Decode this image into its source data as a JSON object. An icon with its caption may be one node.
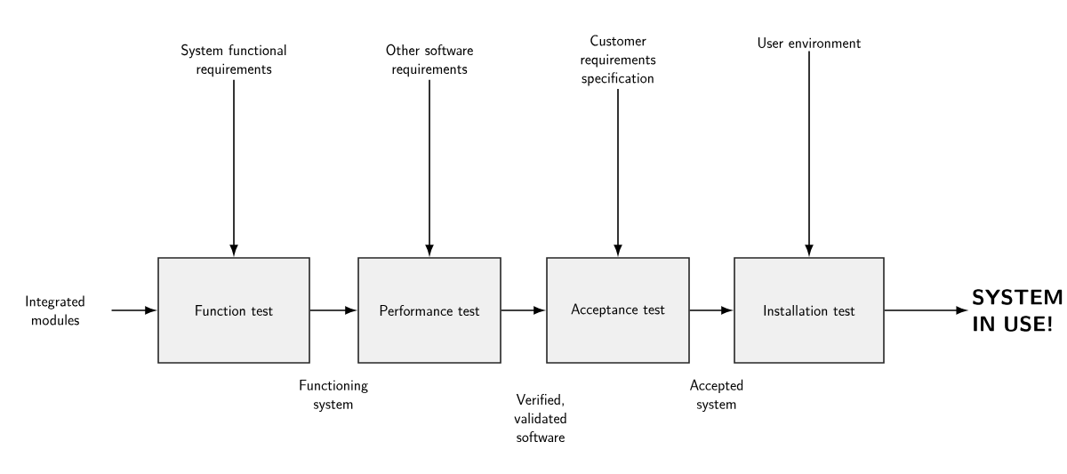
{
  "diagram": {
    "nodes": [
      {
        "text": [
          "Integrated modules"
        ]
      },
      {
        "text": [
          "Function test"
        ]
      },
      {
        "text": [
          "Performance test"
        ]
      },
      {
        "text": [
          "Acceptance test"
        ]
      },
      {
        "text": [
          "Installation test"
        ]
      },
      {
        "text": [
          "SYSTEM IN USE!"
        ]
      },
      {
        "text": [
          "System functional requirements"
        ]
      },
      {
        "text": [
          "Other software requirements"
        ]
      },
      {
        "text": [
          "Customer requirements specification"
        ]
      },
      {
        "text": [
          "User environment"
        ]
      }
    ],
    "edges": [
      {
        "from": 0,
        "to": 1,
        "arrow": "to"
      },
      {
        "from": 1,
        "to": 2,
        "arrow": "to"
      },
      {
        "from": 2,
        "to": 3,
        "arrow": "to"
      },
      {
        "from": 3,
        "to": 4,
        "arrow": "to"
      },
      {
        "from": 4,
        "to": 5,
        "arrow": "to"
      },
      {
        "from": 6,
        "to": 1,
        "arrow": "to"
      },
      {
        "from": 7,
        "to": 2,
        "arrow": "to"
      },
      {
        "from": 8,
        "to": 3,
        "arrow": "to"
      },
      {
        "from": 9,
        "to": 4,
        "arrow": "to"
      }
    ],
    "labels": [
      "Functioning system",
      "Verified, validated software",
      "Accepted system"
    ]
  }
}
